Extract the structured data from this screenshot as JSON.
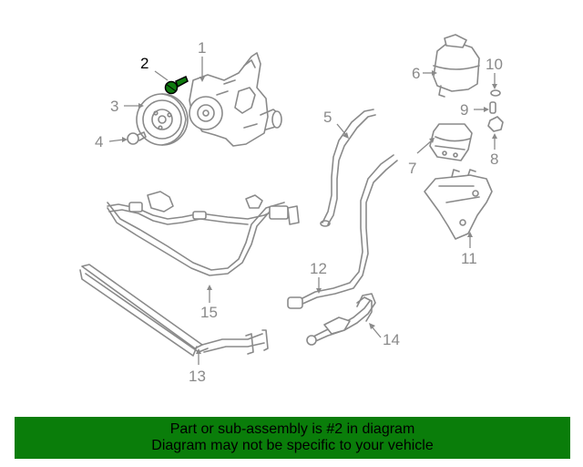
{
  "diagram": {
    "callouts": {
      "c1": "1",
      "c2": "2",
      "c3": "3",
      "c4": "4",
      "c5": "5",
      "c6": "6",
      "c7": "7",
      "c8": "8",
      "c9": "9",
      "c10": "10",
      "c11": "11",
      "c12": "12",
      "c13": "13",
      "c14": "14",
      "c15": "15"
    },
    "highlighted_part": "2",
    "highlight_color": "#0e7a0e"
  },
  "banner": {
    "line1": "Part or sub-assembly is #2 in diagram",
    "line2": "Diagram may not be specific to your vehicle",
    "background": "#0a7d0a"
  }
}
